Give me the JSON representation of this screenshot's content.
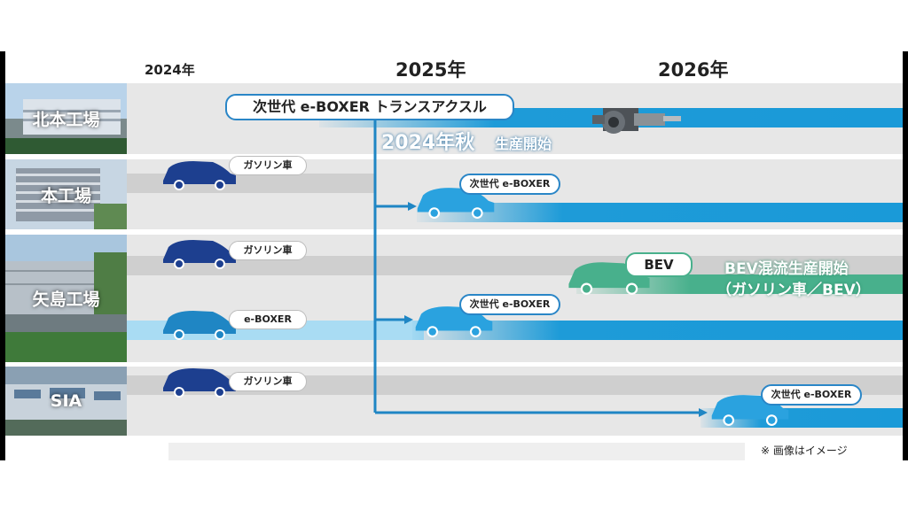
{
  "years": [
    "2024年",
    "2025年",
    "2026年"
  ],
  "sites": {
    "kitamoto": "北本工場",
    "honko": "本工場",
    "yajima": "矢島工場",
    "sia": "SIA"
  },
  "transaxle": {
    "label": "次世代 e-BOXER トランスアクスル",
    "start_label": "2024年秋",
    "start_suffix": "生産開始"
  },
  "tags": {
    "gasoline": "ガソリン車",
    "eboxer": "e-BOXER",
    "next_eboxer": "次世代 e-BOXER",
    "bev": "BEV"
  },
  "bev_mixed": {
    "line1": "BEV混流生産開始",
    "line2": "（ガソリン車／BEV）"
  },
  "note": "※ 画像はイメージ",
  "colors": {
    "dark_car": "#1d3f8f",
    "teal_car": "#1f86c4",
    "light_car": "#2aa2df",
    "bev_car": "#48b08c",
    "flow": "#1e9bd8",
    "outline": "#2a86c7"
  }
}
